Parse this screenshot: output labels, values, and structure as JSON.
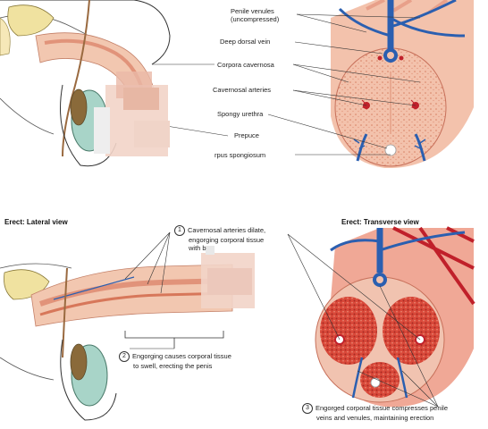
{
  "flaccid": {
    "labels": {
      "penile_venules": "Penile venules",
      "penile_venules_sub": "(uncompressed)",
      "deep_dorsal_vein": "Deep dorsal vein",
      "corpora_cavernosa": "Corpora cavernosa",
      "cavernosal_arteries": "Cavernosal arteries",
      "spongy_urethra": "Spongy urethra",
      "prepuce": "Prepuce",
      "corpus_spongiosum": "rpus spongiosum"
    }
  },
  "erect": {
    "lateral_title": "Erect: Lateral view",
    "transverse_title": "Erect: Transverse view",
    "steps": [
      {
        "num": "1",
        "line1": "Cavernosal arteries dilate,",
        "line2": "engorging corporal tissue",
        "line3": "with b"
      },
      {
        "num": "2",
        "line1": "Engorging causes corporal tissue",
        "line2": "to swell, erecting the penis"
      },
      {
        "num": "3",
        "line1": "Engorged corporal tissue compresses penile",
        "line2": "veins and venules, maintaining erection"
      }
    ]
  },
  "colors": {
    "tissue": "#f4c9b4",
    "tissue_dark": "#d98a6a",
    "vein": "#2b5fb0",
    "artery": "#c0202a",
    "corpora_erect": "#d84a3a",
    "bone": "#f0e2a0"
  }
}
